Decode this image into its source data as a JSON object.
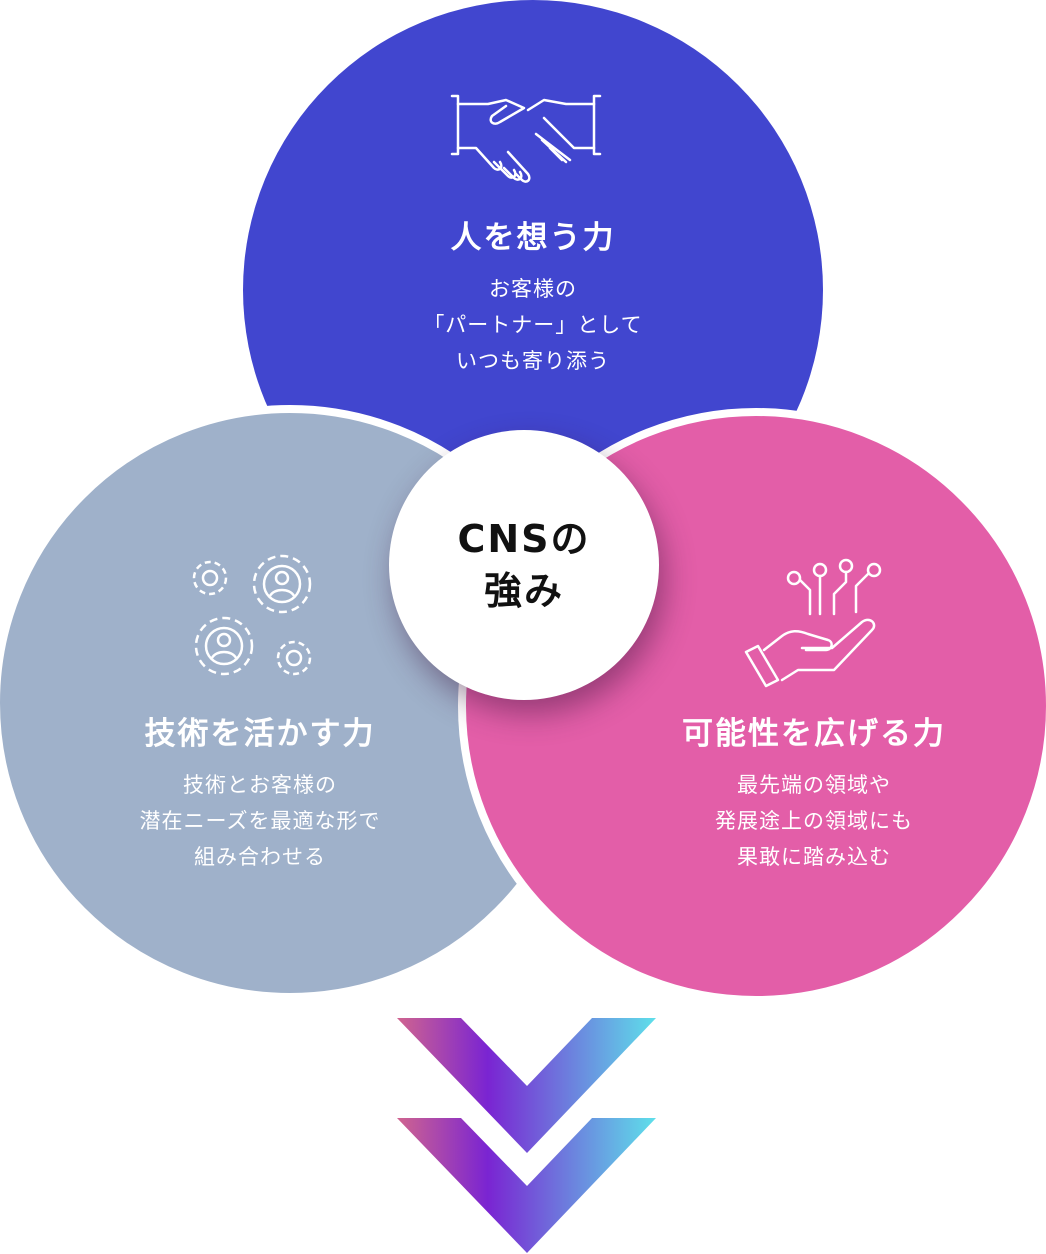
{
  "center": {
    "line1": "CNSの",
    "line2": "強み"
  },
  "circles": [
    {
      "id": "top",
      "icon": "handshake-icon",
      "title": "人を想う力",
      "lines": [
        "お客様の",
        "「パートナー」として",
        "いつも寄り添う"
      ],
      "color": "#4146cf"
    },
    {
      "id": "left",
      "icon": "gears-people-icon",
      "title": "技術を活かす力",
      "lines": [
        "技術とお客様の",
        "潜在ニーズを最適な形で",
        "組み合わせる"
      ],
      "color": "#9fb1ca"
    },
    {
      "id": "right",
      "icon": "hand-circuit-icon",
      "title": "可能性を広げる力",
      "lines": [
        "最先端の領域や",
        "発展途上の領域にも",
        "果敢に踏み込む"
      ],
      "color": "#e35ea8"
    }
  ],
  "arrow": {
    "icon": "double-chevron-down-icon",
    "gradient": [
      "#d0648f",
      "#7a24d2",
      "#5ee0ea"
    ]
  }
}
